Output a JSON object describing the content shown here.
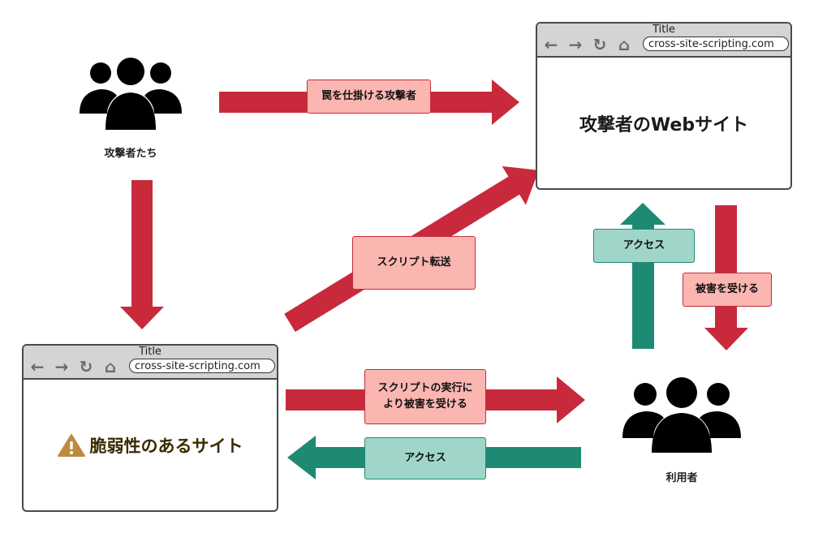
{
  "actors": {
    "attackers_label": "攻撃者たち",
    "users_label": "利用者"
  },
  "attacker_site": {
    "tab_title": "Title",
    "url": "cross-site-scripting.com",
    "heading": "攻撃者のWebサイト"
  },
  "vulnerable_site": {
    "tab_title": "Title",
    "url": "cross-site-scripting.com",
    "heading": "脆弱性のあるサイト"
  },
  "edges": {
    "trap": "罠を仕掛ける攻撃者",
    "script_transfer": "スクリプト転送",
    "execution_line1": "スクリプトの実行に",
    "execution_line2": "より被害を受ける",
    "access_vulnerable": "アクセス",
    "access_attacker": "アクセス",
    "damage": "被害を受ける"
  },
  "icons": {
    "people": "people-group-icon",
    "back": "arrow-left-icon",
    "forward": "arrow-right-icon",
    "reload": "reload-icon",
    "home": "home-icon",
    "warning": "warning-icon"
  },
  "colors": {
    "red_arrow": "#c82a3c",
    "green_arrow": "#1f8a73",
    "red_label": "#fbb6b1",
    "green_label": "#9fd6c9",
    "warning": "#c08a3e"
  }
}
